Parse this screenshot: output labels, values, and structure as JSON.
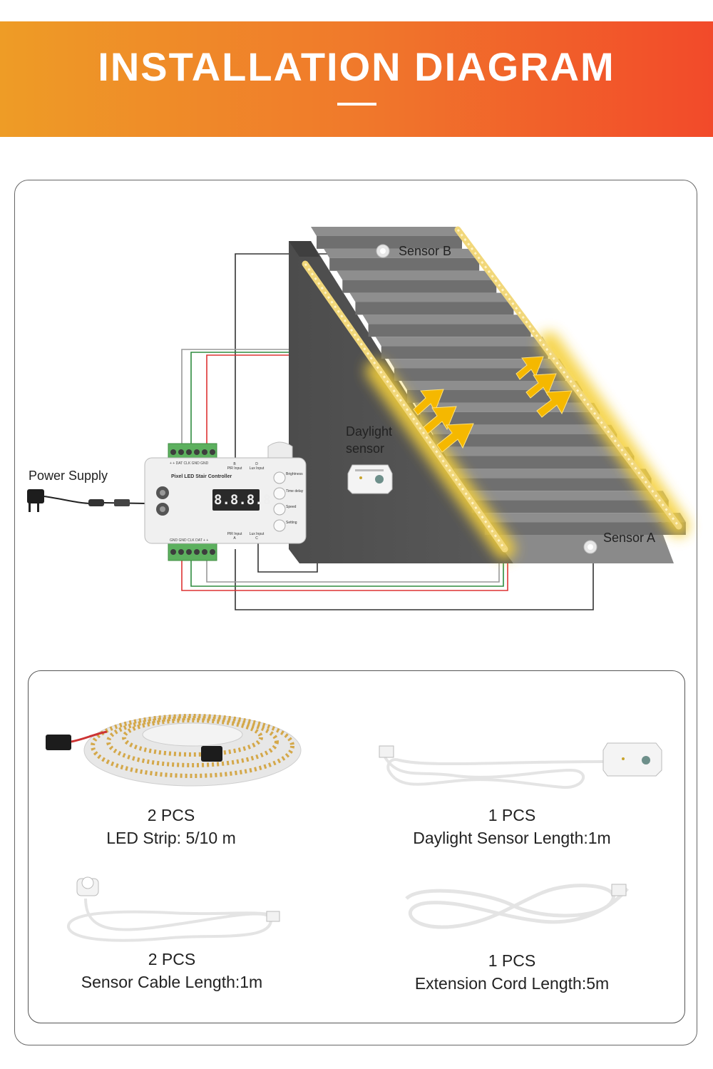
{
  "header": {
    "title": "INSTALLATION DIAGRAM"
  },
  "diagram": {
    "sensor_b": "Sensor B",
    "sensor_a": "Sensor A",
    "daylight_sensor": "Daylight\nsensor",
    "power_supply": "Power Supply",
    "controller": {
      "title": "Pixel LED Stair Controller",
      "display": "8.8.8.8",
      "terminal_top": "+ +  DAT  CLK  GND  GND",
      "terminal_bottom": "GND  GND  CLK  DAT  +  +",
      "port_b": "B\nPIR Input",
      "port_d": "D\nLux Input",
      "port_a": "PIR Input\nA",
      "port_c": "Lux Input\nC",
      "btn1": "Brightness",
      "btn2": "Time delay",
      "btn3": "Speed",
      "btn4": "Setting"
    }
  },
  "items": [
    {
      "qty": "2 PCS",
      "desc": "LED Strip: 5/10 m"
    },
    {
      "qty": "1 PCS",
      "desc": "Daylight Sensor Length:1m"
    },
    {
      "qty": "2 PCS",
      "desc": "Sensor Cable Length:1m"
    },
    {
      "qty": "1 PCS",
      "desc": "Extension Cord Length:5m"
    }
  ],
  "colors": {
    "banner_start": "#ee9c26",
    "banner_end": "#f24a2a",
    "led_glow": "#f5d03a",
    "stair_gray": "#7b7b7b"
  }
}
